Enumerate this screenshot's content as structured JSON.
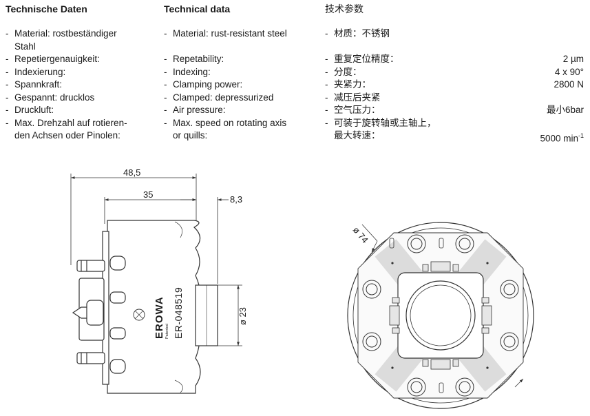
{
  "columns": {
    "de": {
      "header": "Technische Daten",
      "rows": [
        {
          "label": "Material: rostbeständiger",
          "cont": "Stahl"
        },
        {
          "label": "Repetiergenauigkeit:"
        },
        {
          "label": "Indexierung:"
        },
        {
          "label": "Spannkraft:"
        },
        {
          "label": "Gespannt: drucklos"
        },
        {
          "label": "Druckluft:"
        },
        {
          "label": "Max. Drehzahl auf rotieren-",
          "cont": "den Achsen oder Pinolen:"
        }
      ]
    },
    "en": {
      "header": "Technical data",
      "rows": [
        {
          "label": "Material: rust-resistant steel"
        },
        {
          "label": "Repetability:"
        },
        {
          "label": "Indexing:"
        },
        {
          "label": "Clamping power:"
        },
        {
          "label": "Clamped: depressurized"
        },
        {
          "label": "Air pressure:"
        },
        {
          "label": "Max. speed on rotating axis",
          "cont": "or quills:"
        }
      ]
    },
    "zh": {
      "header": "技术参数",
      "rows": [
        {
          "label": "材质：不锈钢"
        },
        {
          "label": "重复定位精度：",
          "value": "2 µm"
        },
        {
          "label": "分度：",
          "value": "4 x 90°"
        },
        {
          "label": "夹紧力：",
          "value": "2800 N"
        },
        {
          "label": "减压后夹紧"
        },
        {
          "label": "空气压力：",
          "value": "最小6bar"
        },
        {
          "label": "可装于旋转轴或主轴上，",
          "cont": "最大转速：",
          "value": "5000 min",
          "value_sup": "-1"
        }
      ]
    }
  },
  "drawing": {
    "dimensions": {
      "overall_length": "48,5",
      "body_length": "35",
      "spigot_length": "8,3",
      "spigot_diameter": "ø 23",
      "outer_diameter": "ø 74"
    },
    "brand": "EROWA",
    "brand_sub": "Patented",
    "part_number": "ER-048519"
  },
  "colors": {
    "ink": "#1a1a1a",
    "line": "#333333",
    "shade": "#e6e6e6"
  }
}
